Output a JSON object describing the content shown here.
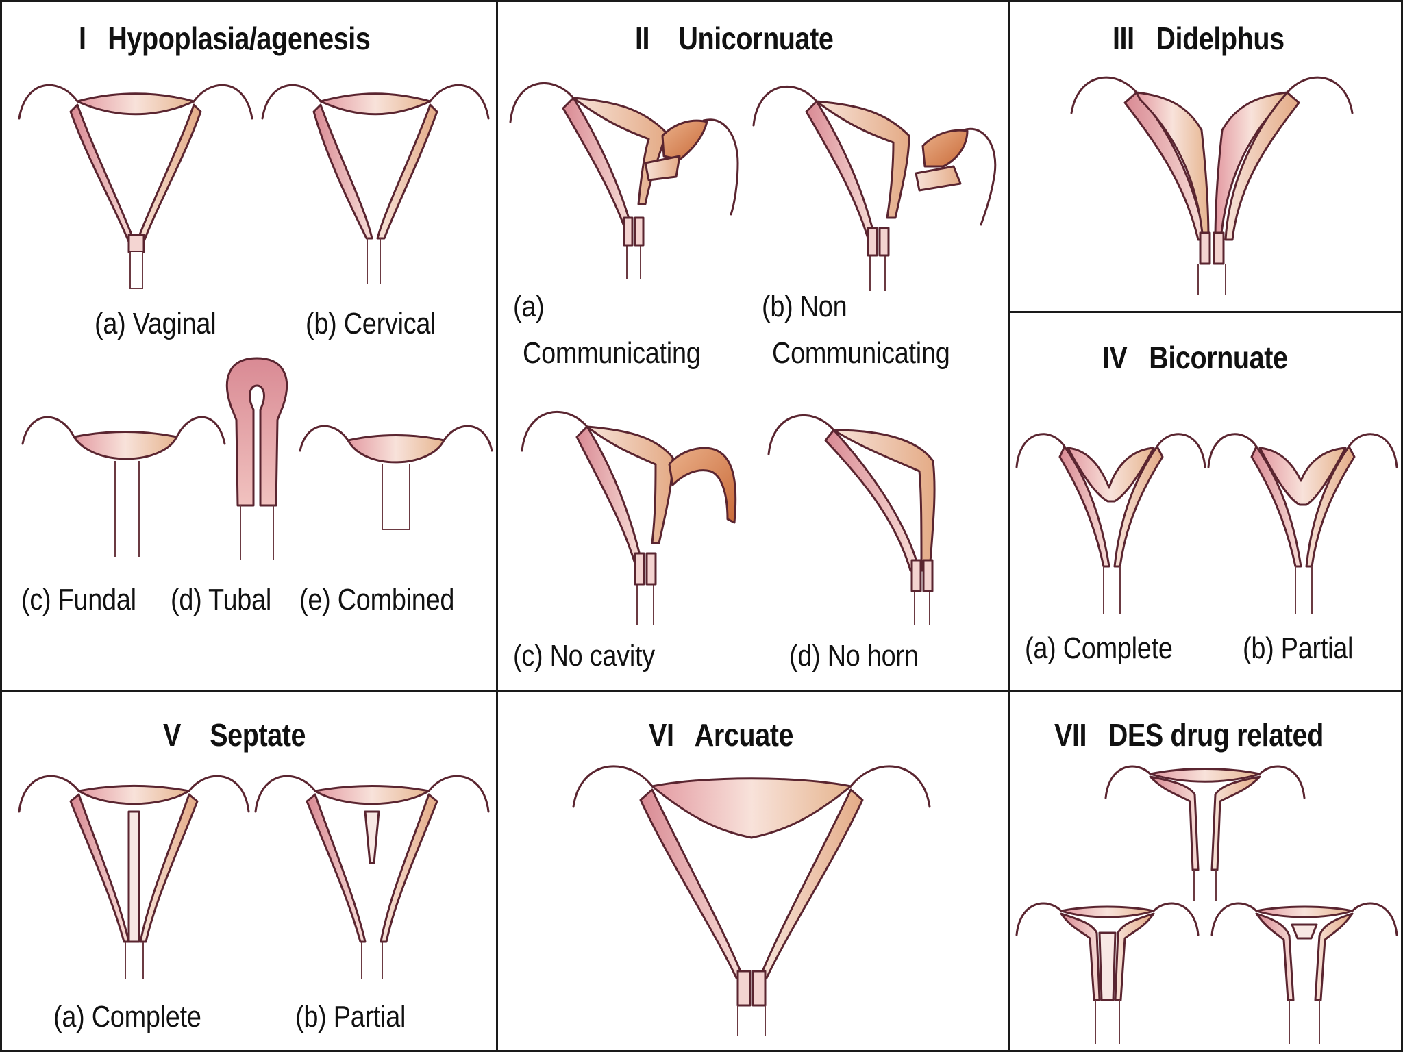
{
  "panels": {
    "p1": {
      "title": "I   Hypoplasia/agenesis",
      "captions": {
        "a": "(a) Vaginal",
        "b": "(b) Cervical",
        "c": "(c) Fundal",
        "d": "(d) Tubal",
        "e": "(e) Combined"
      }
    },
    "p2": {
      "title": "II    Unicornuate",
      "captions": {
        "a1": "(a)",
        "a2": "Communicating",
        "b1": "(b) Non",
        "b2": "Communicating",
        "c": "(c) No cavity",
        "d": "(d) No horn"
      }
    },
    "p3": {
      "title": "III   Didelphus"
    },
    "p4": {
      "title": "IV   Bicornuate",
      "captions": {
        "a": "(a) Complete",
        "b": "(b) Partial"
      }
    },
    "p5": {
      "title": "V    Septate",
      "captions": {
        "a": "(a) Complete",
        "b": "(b) Partial"
      }
    },
    "p6": {
      "title": "VI   Arcuate"
    },
    "p7": {
      "title": "VII   DES drug related"
    }
  },
  "colors": {
    "tissue_light": "#f6d9d3",
    "tissue_pink": "#e7a0a6",
    "tissue_peach": "#e8b994",
    "horn_orange": "#d9824e",
    "outline": "#5a2530",
    "border": "#1a1a1a"
  }
}
